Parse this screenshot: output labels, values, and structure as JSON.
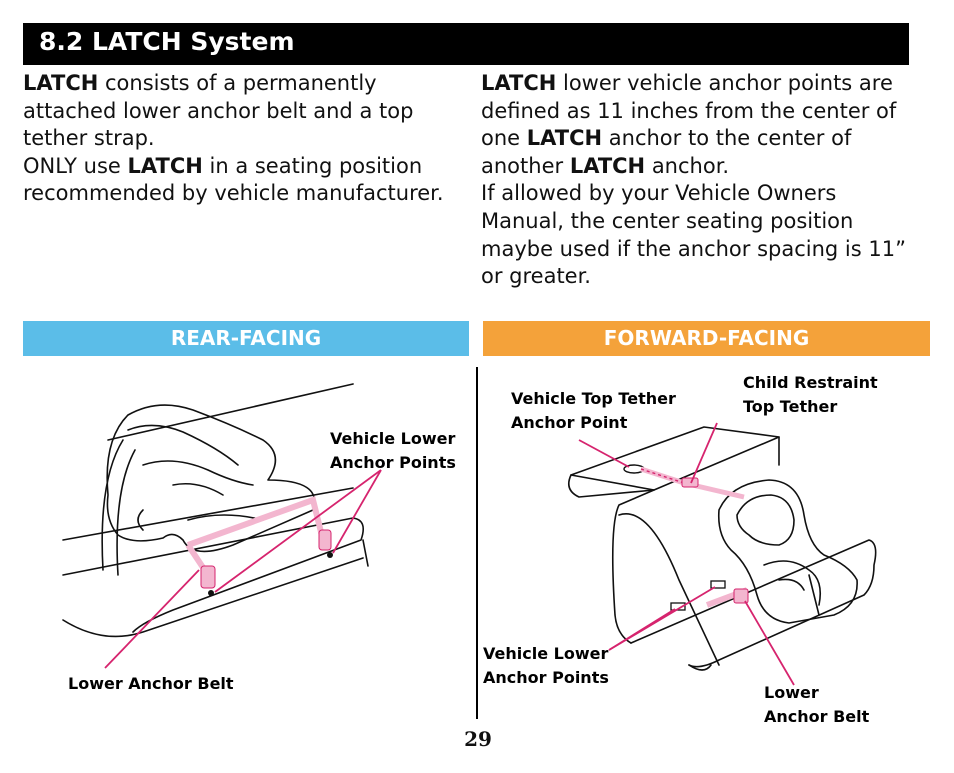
{
  "header": {
    "title": "8.2 LATCH System"
  },
  "left_column": {
    "p1_bold": "LATCH",
    "p1_rest": " consists of a permanently attached lower anchor belt and a top tether strap.",
    "p2_start": "ONLY use ",
    "p2_bold": "LATCH",
    "p2_rest": " in a seating position recommended by vehicle manufacturer."
  },
  "right_column": {
    "p1_bold1": "LATCH",
    "p1_mid1": " lower vehicle anchor points are defined as 11 inches from the center of one ",
    "p1_bold2": "LATCH",
    "p1_mid2": " anchor to the center of another ",
    "p1_bold3": "LATCH",
    "p1_end": " anchor.",
    "p2": "If allowed by your Vehicle Owners Manual, the center seating position maybe used if the anchor spacing is 11” or greater."
  },
  "sections": {
    "rear_facing": "REAR-FACING",
    "forward_facing": "FORWARD-FACING"
  },
  "rear_labels": {
    "vehicle_lower_anchor_1": "Vehicle Lower",
    "vehicle_lower_anchor_2": "Anchor Points",
    "lower_anchor_belt": "Lower Anchor Belt"
  },
  "forward_labels": {
    "top_tether_anchor_1": "Vehicle Top Tether",
    "top_tether_anchor_2": "Anchor Point",
    "child_restraint_1": "Child Restraint",
    "child_restraint_2": "Top Tether",
    "vehicle_lower_anchor_1": "Vehicle Lower",
    "vehicle_lower_anchor_2": "Anchor Points",
    "lower_anchor_belt_1": "Lower",
    "lower_anchor_belt_2": "Anchor Belt"
  },
  "colors": {
    "title_bg": "#000000",
    "rear_band": "#5bbde8",
    "forward_band": "#f4a23a",
    "callout": "#d6246e",
    "strap": "#f3b6cf"
  },
  "footer": {
    "page_number": "29"
  }
}
